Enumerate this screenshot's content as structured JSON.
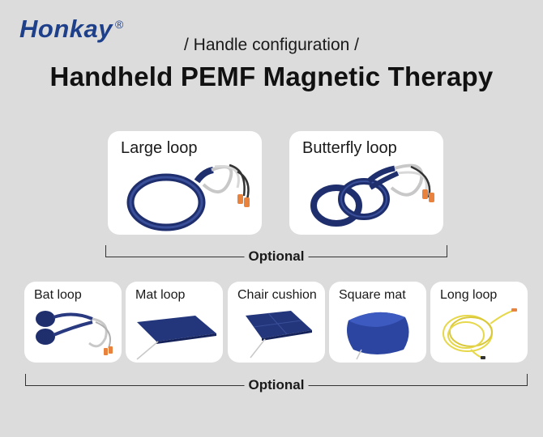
{
  "brand": {
    "name": "Honkay",
    "registered": "®",
    "color": "#1e3f8a"
  },
  "header": {
    "subtitle": "/ Handle configuration /",
    "title": "Handheld PEMF Magnetic Therapy"
  },
  "groups": [
    {
      "label": "Optional",
      "items": [
        {
          "name": "Large loop",
          "icon": "large-loop-icon"
        },
        {
          "name": "Butterfly loop",
          "icon": "butterfly-loop-icon"
        }
      ]
    },
    {
      "label": "Optional",
      "items": [
        {
          "name": "Bat loop",
          "icon": "bat-loop-icon"
        },
        {
          "name": "Mat loop",
          "icon": "mat-loop-icon"
        },
        {
          "name": "Chair cushion",
          "icon": "chair-cushion-icon"
        },
        {
          "name": "Square mat",
          "icon": "square-mat-icon"
        },
        {
          "name": "Long loop",
          "icon": "long-loop-icon"
        }
      ]
    }
  ],
  "colors": {
    "background": "#dcdcdc",
    "card": "#ffffff",
    "product_navy": "#1f2f6e",
    "cable_grey": "#c8c8c8",
    "accent_orange": "#e8823c",
    "long_loop_yellow": "#e6d84a"
  }
}
